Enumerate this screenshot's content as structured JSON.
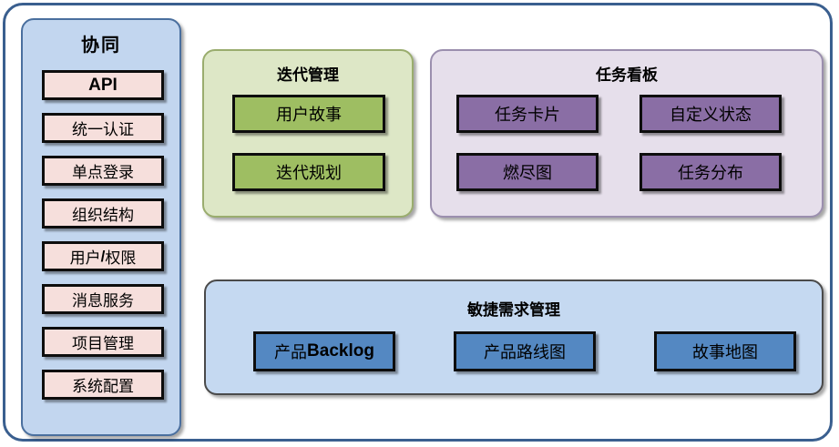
{
  "diagram": {
    "title_hidden": "",
    "colors": {
      "frame_border": "#3a5f8f",
      "sidebar_bg": "#c2d6ef",
      "sidebar_item_bg": "#f6dfdc",
      "iteration_bg": "#dde7c6",
      "iteration_item_bg": "#9ebe62",
      "taskboard_bg": "#e6dfeb",
      "taskboard_item_bg": "#8a6ea5",
      "agile_bg": "#c5d9f1",
      "agile_item_bg": "#5488c2",
      "item_border": "#0d0d0d"
    }
  },
  "sidebar": {
    "title": "协同",
    "items": [
      {
        "label": "API",
        "style": "bold-sans"
      },
      {
        "label": "统一认证",
        "style": "serif"
      },
      {
        "label": "单点登录",
        "style": "serif"
      },
      {
        "label": "组织结构",
        "style": "serif"
      },
      {
        "label": "用户/权限",
        "style": "serif-mixed",
        "plain": "用户",
        "bold": "/",
        "plain2": "权限"
      },
      {
        "label": "消息服务",
        "style": "serif"
      },
      {
        "label": "项目管理",
        "style": "serif"
      },
      {
        "label": "系统配置",
        "style": "serif"
      }
    ]
  },
  "iteration": {
    "title": "迭代管理",
    "items": [
      {
        "label": "用户故事"
      },
      {
        "label": "迭代规划"
      }
    ]
  },
  "taskboard": {
    "title": "任务看板",
    "items": [
      {
        "label": "任务卡片"
      },
      {
        "label": "自定义状态"
      },
      {
        "label": "燃尽图"
      },
      {
        "label": "任务分布"
      }
    ]
  },
  "agile": {
    "title": "敏捷需求管理",
    "items": [
      {
        "label": "产品Backlog",
        "plain": "产品",
        "bold": "Backlog"
      },
      {
        "label": "产品路线图"
      },
      {
        "label": "故事地图"
      }
    ]
  }
}
